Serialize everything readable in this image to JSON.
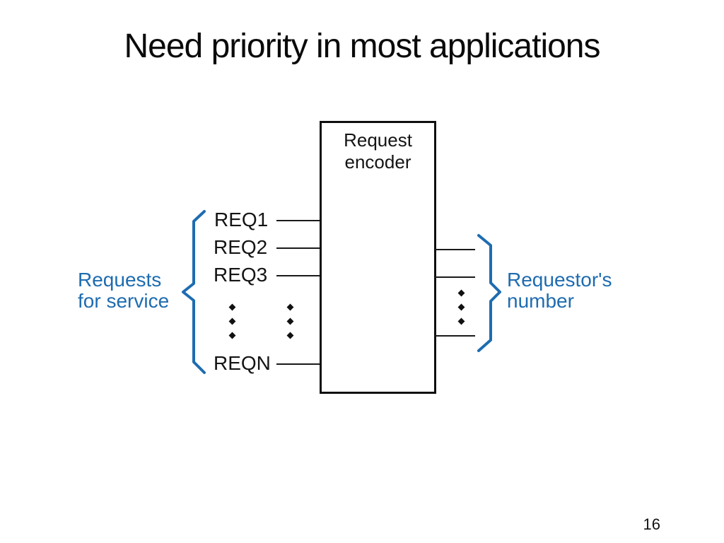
{
  "slide": {
    "title": "Need priority in most applications",
    "page_number": "16"
  },
  "diagram": {
    "encoder_box": {
      "label_line1": "Request",
      "label_line2": "encoder"
    },
    "inputs": [
      "REQ1",
      "REQ2",
      "REQ3",
      "REQN"
    ],
    "left_brace_label": {
      "line1": "Requests",
      "line2": "for service"
    },
    "right_brace_label": {
      "line1": "Requestor's",
      "line2": "number"
    },
    "colors": {
      "accent_blue": "#1e6cb0",
      "line_black": "#1a1a1a"
    }
  }
}
